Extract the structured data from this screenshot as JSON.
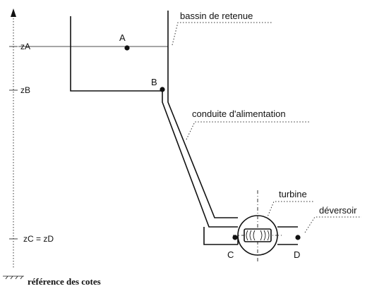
{
  "axis_levels": {
    "za": "zA",
    "zb": "zB",
    "zc_zd": "zC = zD"
  },
  "points": {
    "a": "A",
    "b": "B",
    "c": "C",
    "d": "D"
  },
  "callouts": {
    "bassin": "bassin de retenue",
    "conduite": "conduite d'alimentation",
    "turbine": "turbine",
    "deversoir": "déversoir"
  },
  "reference_label": "référence des cotes"
}
